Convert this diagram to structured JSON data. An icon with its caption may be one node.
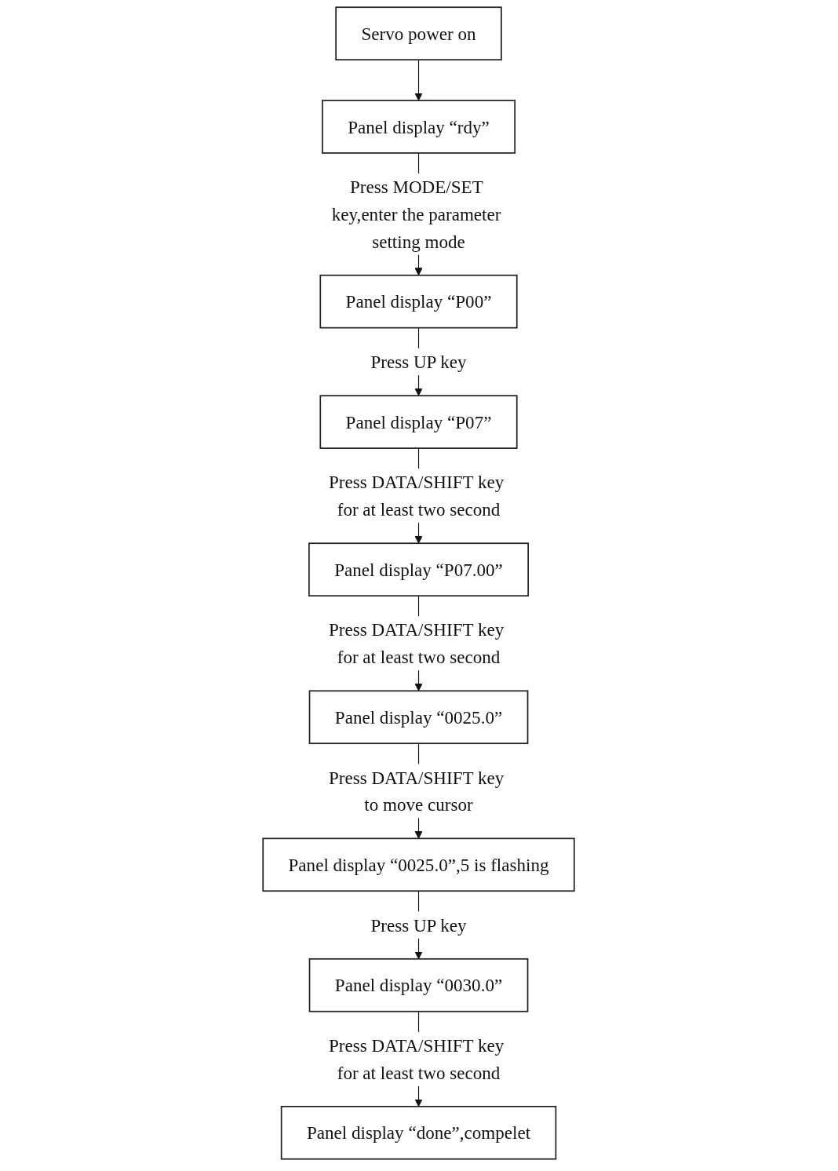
{
  "diagram": {
    "nodes": [
      {
        "text": [
          "Servo power on"
        ]
      },
      {
        "text": [
          "Panel display “rdy”"
        ]
      },
      {
        "text": [
          "Panel display “P00”"
        ]
      },
      {
        "text": [
          "Panel display “P07”"
        ]
      },
      {
        "text": [
          "Panel display “P07.00”"
        ]
      },
      {
        "text": [
          "Panel display “0025.0”"
        ]
      },
      {
        "text": [
          "Panel display “0025.0”,5 is flashing"
        ]
      },
      {
        "text": [
          "Panel display “0030.0”"
        ]
      },
      {
        "text": [
          "Panel display “done”,compelet"
        ]
      }
    ],
    "edges": [
      {
        "from": 0,
        "to": 1,
        "arrow": "to"
      },
      {
        "from": 1,
        "to": 2,
        "arrow": "to",
        "label": "Press MODE/SET key,enter the parameter setting mode"
      },
      {
        "from": 2,
        "to": 3,
        "arrow": "to",
        "label": "Press UP key"
      },
      {
        "from": 3,
        "to": 4,
        "arrow": "to",
        "label": "Press DATA/SHIFT key for at least two second"
      },
      {
        "from": 4,
        "to": 5,
        "arrow": "to",
        "label": "Press DATA/SHIFT key for at least two second"
      },
      {
        "from": 5,
        "to": 6,
        "arrow": "to",
        "label": "Press DATA/SHIFT key to move cursor"
      },
      {
        "from": 6,
        "to": 7,
        "arrow": "to",
        "label": "Press UP key"
      },
      {
        "from": 7,
        "to": 8,
        "arrow": "to",
        "label": "Press DATA/SHIFT key for at least two second"
      }
    ]
  }
}
